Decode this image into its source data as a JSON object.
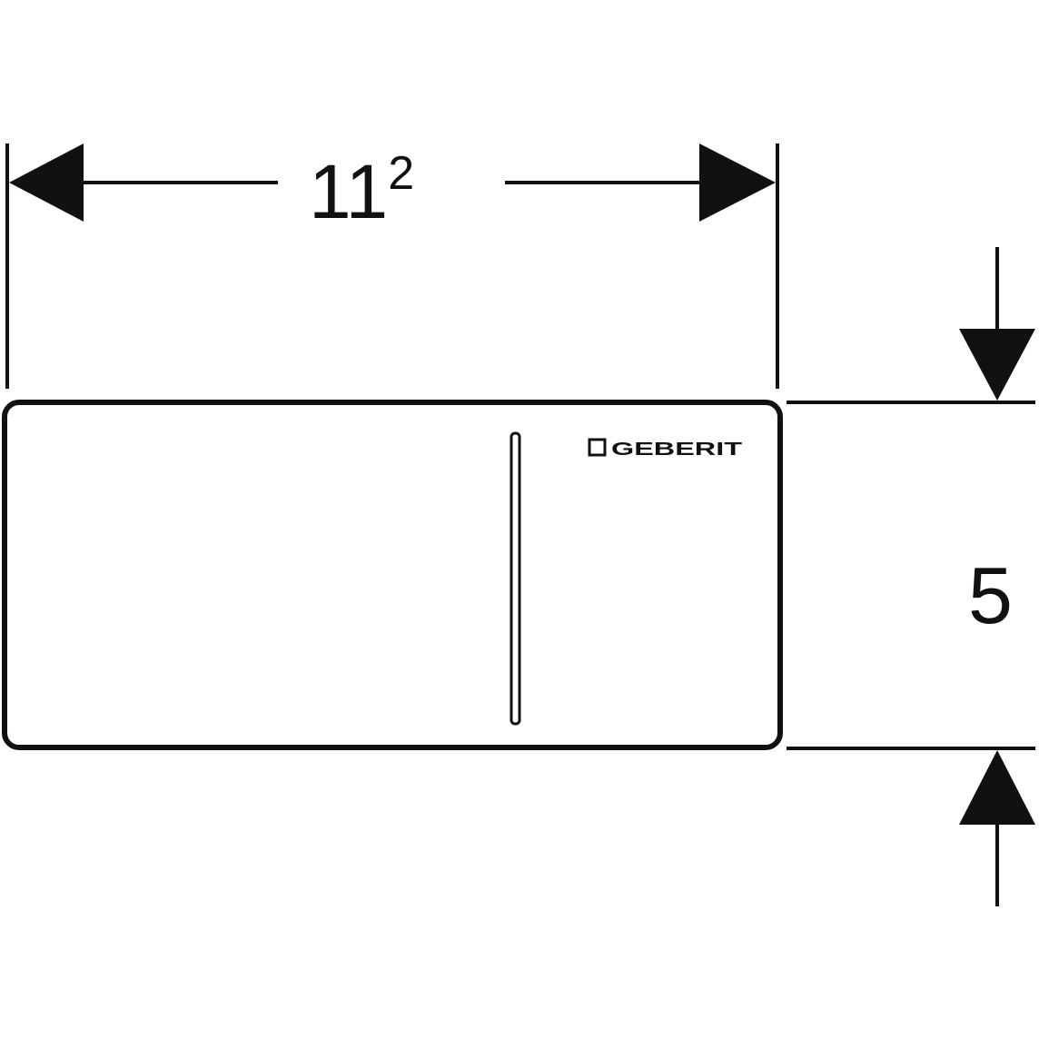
{
  "dimensions": {
    "width": {
      "value": "11",
      "superscript": "2"
    },
    "height": {
      "value": "5"
    }
  },
  "plate": {
    "logo_text": "GEBERIT"
  },
  "colors": {
    "line": "#111111",
    "background": "#ffffff"
  }
}
